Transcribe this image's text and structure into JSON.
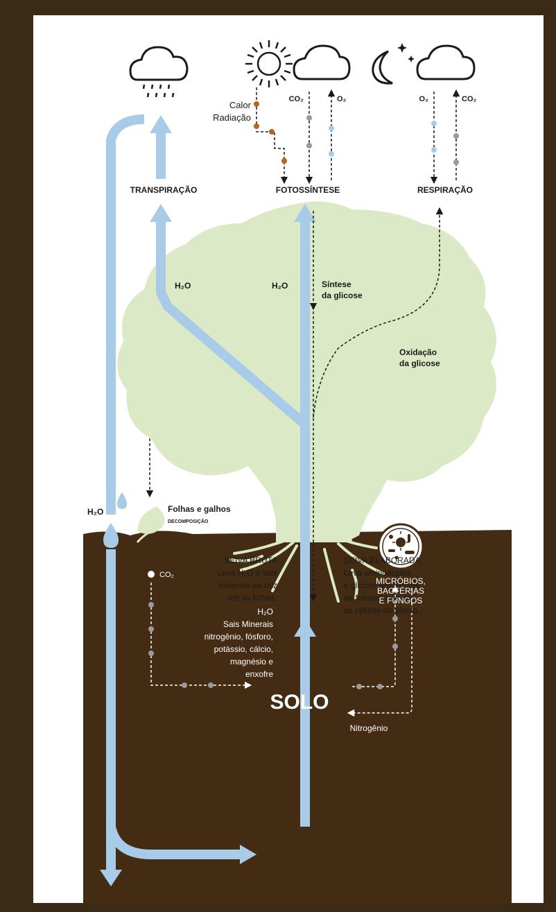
{
  "labels": {
    "calor": "Calor",
    "radiacao": "Radiação",
    "co2_in": "CO₂",
    "o2_out": "O₂",
    "o2_in": "O₂",
    "co2_out": "CO₂",
    "transpiracao": "TRANSPIRAÇÃO",
    "fotossintese": "FOTOSSÍNTESE",
    "respiracao": "RESPIRAÇÃO",
    "h2o_left": "H₂O",
    "h2o_center": "H₂O",
    "sintese_1": "Síntese",
    "sintese_2": "da glicose",
    "oxidacao_1": "Oxidação",
    "oxidacao_2": "da glicose",
    "seiva_bruta_title": "SEIVA BRUTA",
    "seiva_bruta_1": "Leva H₂O e sais",
    "seiva_bruta_2": "minerais da raiz",
    "seiva_bruta_3": "até as folhas.",
    "seiva_elab_title": "SEIVA ELABORADA",
    "seiva_elab_1": "Leva aminoácidos",
    "seiva_elab_2": "e glicose resultantes",
    "seiva_elab_3": "da fotossíntese até",
    "seiva_elab_4": "as células da planta.",
    "h2o_rain": "H₂O",
    "folhas": "Folhas e galhos",
    "decomposicao": "DECOMPOSIÇÃO",
    "co2_soil": "CO₂",
    "h2o_soil": "H₂O",
    "sais_1": "Sais Minerais",
    "sais_2": "nitrogênio, fósforo,",
    "sais_3": "potássio, cálcio,",
    "sais_4": "magnésio e",
    "sais_5": "enxofre",
    "micro_1": "MICRÓBIOS,",
    "micro_2": "BACTÉRIAS",
    "micro_3": "E FUNGOS",
    "solo": "SOLO",
    "nitrogenio": "Nitrogênio"
  },
  "colors": {
    "frame": "#3b2a15",
    "soil": "#442b14",
    "foliage": "#dbe9c6",
    "water_arrow": "#a8cbe8",
    "heat_dot": "#b8651b",
    "gas_dot_gray": "#9a9a9a",
    "gas_dot_blue": "#a8cbe8"
  },
  "icons": [
    "rain-cloud-icon",
    "sun-icon",
    "cloud-icon",
    "moon-icon",
    "stars-icon",
    "water-drop-icon",
    "leaf-icon",
    "microbes-icon"
  ]
}
